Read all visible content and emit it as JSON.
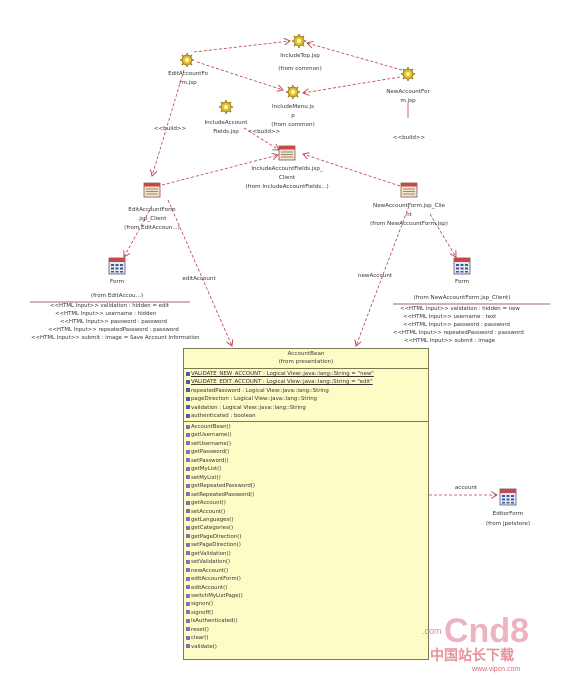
{
  "nodes": {
    "include_top": {
      "name": "IncludeTop.jsp",
      "pkg": "(from common)"
    },
    "edit_account_form_jsp": {
      "name": "EditAccountFo",
      "name2": "rm.jsp"
    },
    "include_menu": {
      "name": "IncludeMenu.js",
      "name2": "p",
      "pkg": "(from common)"
    },
    "new_account_form_jsp": {
      "name": "NewAccountFor",
      "name2": "m.jsp"
    },
    "include_account_fields": {
      "name": "IncludeAccount",
      "name2": "Fields.jsp"
    },
    "include_account_fields_client": {
      "name": "IncludeAccountFields.jsp_",
      "name2": "Client",
      "pkg": "(from IncludeAccountFields...)"
    },
    "edit_account_form_client": {
      "name": "EditAccountForm",
      "name2": ".jsp_Client",
      "pkg": "(from EditAccoun...)"
    },
    "new_account_form_client": {
      "name": "NewAccountForm.jsp_Clie",
      "name2": "nt",
      "pkg": "(from NewAccountForm.jsp)"
    },
    "form_left": {
      "name": "Form",
      "pkg": "(from EditAccou...)"
    },
    "form_right": {
      "name": "Form",
      "pkg": "(from NewAccountForm.jsp_Client)"
    },
    "form_bottom": {
      "name": "EditorForm",
      "pkg": "(from jpetstore)"
    }
  },
  "edges": {
    "build_left": "<<build>>",
    "build_mid": "<<build>>",
    "build_right": "<<build>>",
    "edit_account": "editAccount",
    "new_account": "newAccount",
    "account": "account"
  },
  "form_left_fields": [
    "<<HTML Input>> validation : hidden = edit",
    "<<HTML Input>> username : hidden",
    "<<HTML Input>> password : password",
    "<<HTML Input>> repeatedPassword : password",
    "<<HTML Input>> submit : image = Save Account Information"
  ],
  "form_right_fields": [
    "<<HTML Input>> validation : hidden = new",
    "<<HTML Input>> username : text",
    "<<HTML Input>> password : password",
    "<<HTML Input>> repeatedPassword : password",
    "<<HTML Input>> submit : image"
  ],
  "account_bean": {
    "name": "AccountBean",
    "pkg": "(from presentation)",
    "attributes": [
      {
        "text": "VALIDATE_NEW_ACCOUNT : Logical View::java::lang::String = \"new\"",
        "static": true
      },
      {
        "text": "VALIDATE_EDIT_ACCOUNT : Logical View::java::lang::String = \"edit\"",
        "static": true
      },
      {
        "text": "repeatedPassword : Logical View::java::lang::String",
        "static": false
      },
      {
        "text": "pageDirection : Logical View::java::lang::String",
        "static": false
      },
      {
        "text": "validation : Logical View::java::lang::String",
        "static": false
      },
      {
        "text": "authenticated : boolean",
        "static": false
      }
    ],
    "operations": [
      "AccountBean()",
      "getUsername()",
      "setUsername()",
      "getPassword()",
      "setPassword()",
      "getMyList()",
      "setMyList()",
      "getRepeatedPassword()",
      "setRepeatedPassword()",
      "getAccount()",
      "setAccount()",
      "getLanguages()",
      "getCategories()",
      "getPageDirection()",
      "setPageDirection()",
      "getValidation()",
      "setValidation()",
      "newAccount()",
      "editAccountForm()",
      "editAccount()",
      "switchMyListPage()",
      "signon()",
      "signoff()",
      "isAuthenticated()",
      "reset()",
      "clear()",
      "validate()"
    ]
  },
  "watermark": {
    "main": "Cnd8",
    "prefix": ".com",
    "cn": "中国站长下载",
    "url": "www.vipcn.com"
  },
  "colors": {
    "edge": "#b8404a",
    "class_fill": "#fdfbc6",
    "jsp_icon": "#d8b820",
    "client_icon": "#c44a4a",
    "form_icon": "#3a5a9a"
  }
}
